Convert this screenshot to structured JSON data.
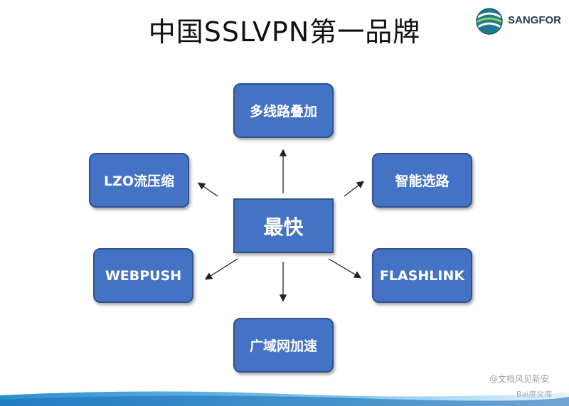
{
  "title": "中国SSLVPN第一品牌",
  "logo": {
    "text": "SANGFOR",
    "icon": "sangfor-globe-logo"
  },
  "diagram": {
    "center": "最快",
    "nodes": {
      "top": "多线路叠加",
      "upper_left": "LZO流压缩",
      "upper_right": "智能选路",
      "lower_left": "WEBPUSH",
      "lower_right": "FLASHLINK",
      "bottom": "广域网加速"
    }
  },
  "watermark": "@文档风见新安",
  "baidu_mark": "Bai度文库",
  "colors": {
    "box_fill": "#4472c4",
    "box_border": "#2f528f",
    "arrow": "#222222"
  }
}
